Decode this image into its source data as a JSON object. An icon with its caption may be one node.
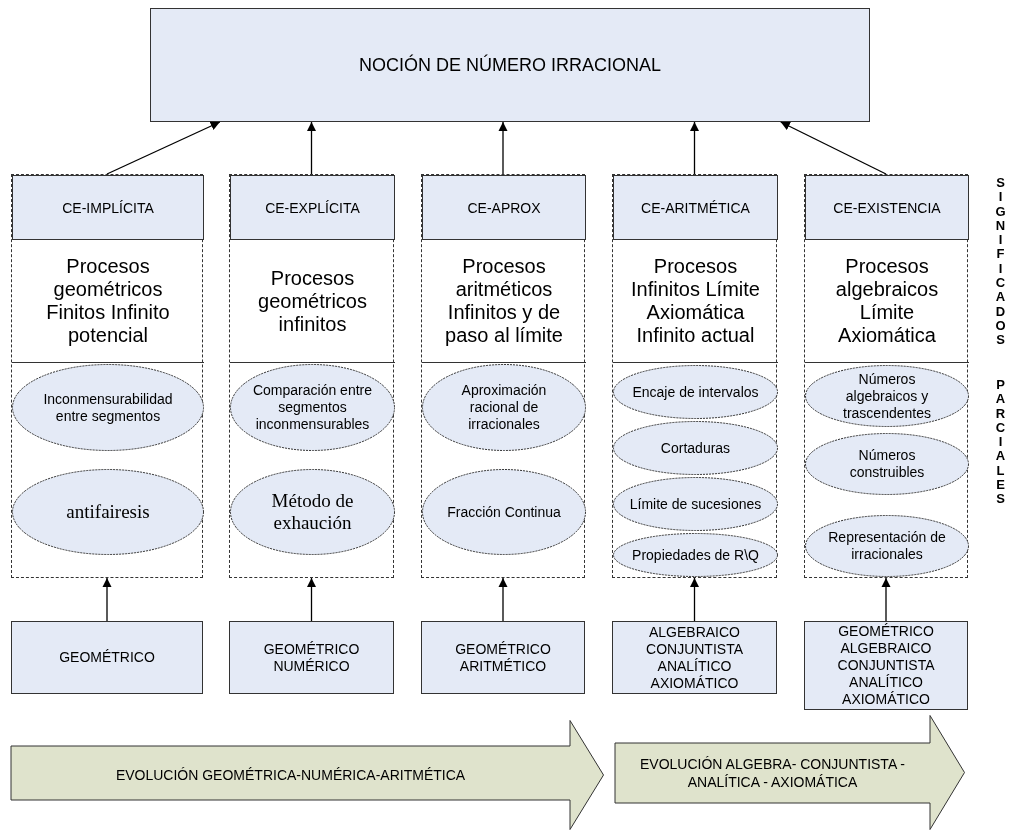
{
  "diagram": {
    "nodes": [
      {
        "text": [
          "NOCIÓN DE NÚMERO IRRACIONAL"
        ]
      },
      {
        "text": [],
        "shape": "box"
      },
      {
        "text": [
          "CE-IMPLÍCITA"
        ],
        "in": 1
      },
      {
        "text": [
          "Procesos geométricos Finitos Infinito potencial"
        ],
        "in": 1
      },
      {
        "text": [
          "Inconmensurabilidad entre segmentos"
        ],
        "in": 1
      },
      {
        "text": [
          "antifairesis"
        ],
        "in": 1
      },
      {
        "text": [],
        "shape": "box"
      },
      {
        "text": [
          "CE-EXPLÍCITA"
        ],
        "in": 6
      },
      {
        "text": [
          "Procesos geométricos infinitos"
        ],
        "in": 6
      },
      {
        "text": [
          "Comparación entre segmentos inconmensurables"
        ],
        "in": 6
      },
      {
        "text": [
          "Método de exhaución"
        ],
        "in": 6
      },
      {
        "text": [],
        "shape": "box"
      },
      {
        "text": [
          "CE-APROX"
        ],
        "in": 11
      },
      {
        "text": [
          "Procesos aritméticos Infinitos y de paso al límite"
        ],
        "in": 11
      },
      {
        "text": [
          "Aproximación racional de irracionales"
        ],
        "in": 11
      },
      {
        "text": [
          "Fracción Continua"
        ],
        "in": 11
      },
      {
        "text": [],
        "shape": "box"
      },
      {
        "text": [
          "CE-ARITMÉTICA"
        ],
        "in": 16
      },
      {
        "text": [
          "Procesos Infinitos Límite Axiomática Infinito actual"
        ],
        "in": 16
      },
      {
        "text": [
          "Encaje de intervalos"
        ],
        "in": 16
      },
      {
        "text": [
          "Cortaduras"
        ],
        "in": 16
      },
      {
        "text": [
          "Límite de sucesiones"
        ],
        "in": 16
      },
      {
        "text": [
          "Propiedades de R\\Q"
        ],
        "in": 16
      },
      {
        "text": [],
        "shape": "box"
      },
      {
        "text": [
          "CE-EXISTENCIA"
        ],
        "in": 23
      },
      {
        "text": [
          "Procesos algebraicos Límite Axiomática"
        ],
        "in": 23
      },
      {
        "text": [
          "Números algebraicos y trascendentes"
        ],
        "in": 23
      },
      {
        "text": [
          "Números construibles"
        ],
        "in": 23
      },
      {
        "text": [
          "Representación de irracionales"
        ],
        "in": 23
      },
      {
        "text": [
          "GEOMÉTRICO"
        ]
      },
      {
        "text": [
          "GEOMÉTRICO NUMÉRICO"
        ]
      },
      {
        "text": [
          "GEOMÉTRICO ARITMÉTICO"
        ]
      },
      {
        "text": [
          "ALGEBRAICO CONJUNTISTA ANALÍTICO AXIOMÁTICO"
        ]
      },
      {
        "text": [
          "GEOMÉTRICO ALGEBRAICO CONJUNTISTA ANALÍTICO AXIOMÁTICO"
        ]
      },
      {
        "text": [
          "EVOLUCIÓN GEOMÉTRICA-NUMÉRICA-ARITMÉTICA"
        ]
      },
      {
        "text": [
          "EVOLUCIÓN ALGEBRA- CONJUNTISTA - ANALÍTICA - AXIOMÁTICA"
        ]
      }
    ],
    "edges": [
      {
        "from": 2,
        "to": 0,
        "arrow": "to"
      },
      {
        "from": 7,
        "to": 0,
        "arrow": "to"
      },
      {
        "from": 12,
        "to": 0,
        "arrow": "to"
      },
      {
        "from": 17,
        "to": 0,
        "arrow": "to"
      },
      {
        "from": 24,
        "to": 0,
        "arrow": "to"
      },
      {
        "from": 29,
        "to": 1,
        "arrow": "to"
      },
      {
        "from": 30,
        "to": 6,
        "arrow": "to"
      },
      {
        "from": 31,
        "to": 11,
        "arrow": "to"
      },
      {
        "from": 32,
        "to": 16,
        "arrow": "to"
      },
      {
        "from": 33,
        "to": 23,
        "arrow": "to"
      }
    ],
    "labels": [
      "SIGNIFICADOS",
      "PARCIALES"
    ]
  }
}
